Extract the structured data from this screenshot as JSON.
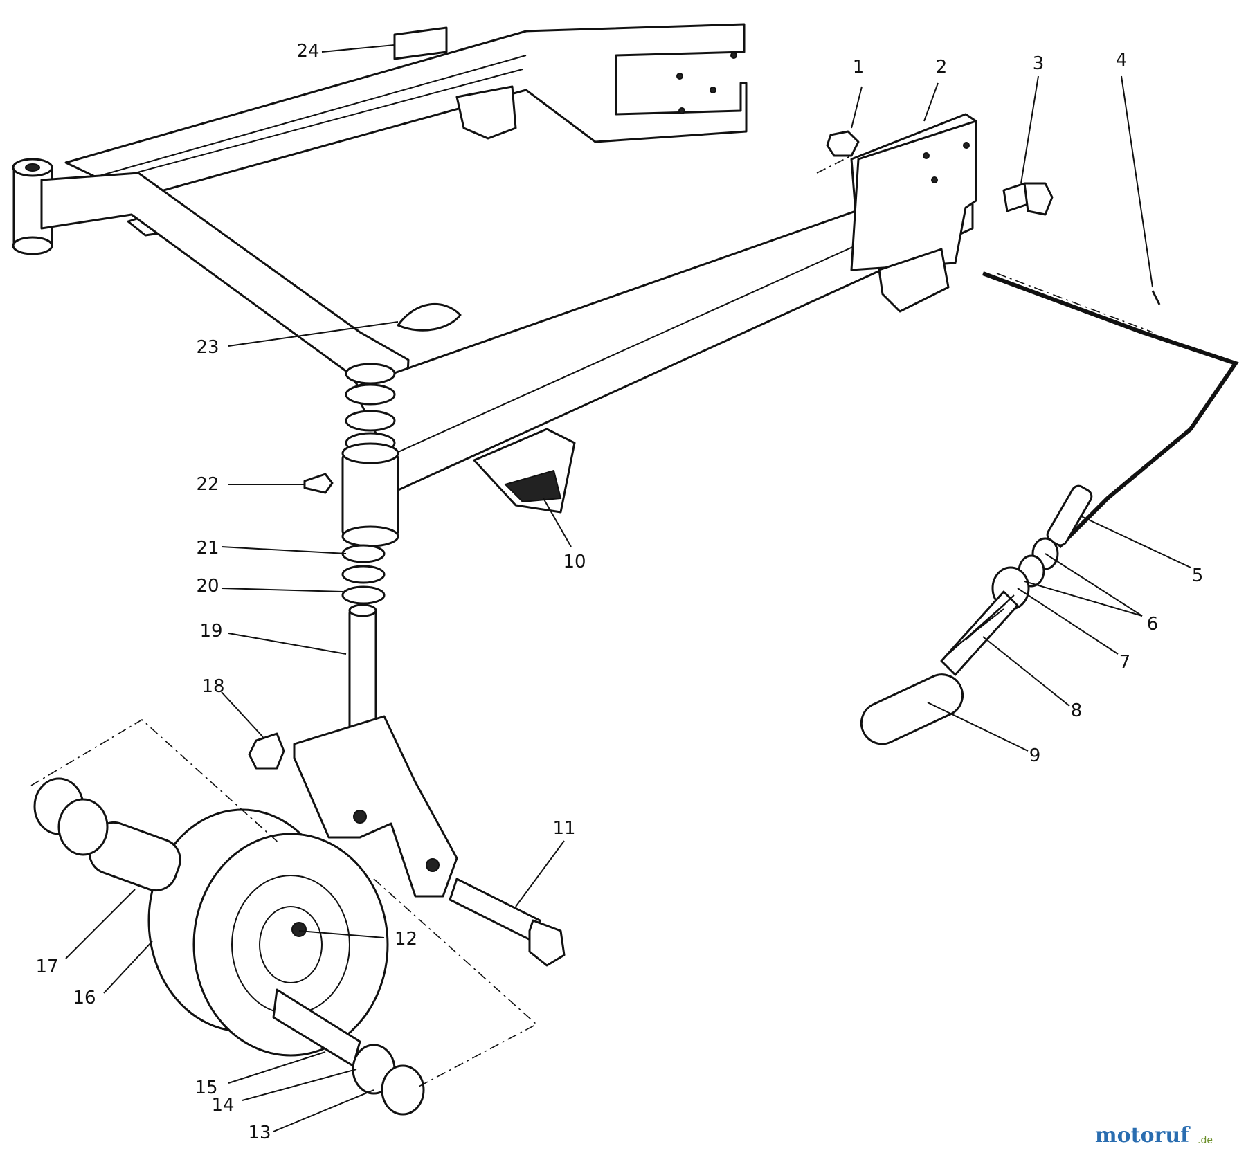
{
  "callouts": [
    {
      "id": "1",
      "label": "1"
    },
    {
      "id": "2",
      "label": "2"
    },
    {
      "id": "3",
      "label": "3"
    },
    {
      "id": "4",
      "label": "4"
    },
    {
      "id": "5",
      "label": "5"
    },
    {
      "id": "6",
      "label": "6"
    },
    {
      "id": "7",
      "label": "7"
    },
    {
      "id": "8",
      "label": "8"
    },
    {
      "id": "9",
      "label": "9"
    },
    {
      "id": "10",
      "label": "10"
    },
    {
      "id": "11",
      "label": "11"
    },
    {
      "id": "12",
      "label": "12"
    },
    {
      "id": "13",
      "label": "13"
    },
    {
      "id": "14",
      "label": "14"
    },
    {
      "id": "15",
      "label": "15"
    },
    {
      "id": "16",
      "label": "16"
    },
    {
      "id": "17",
      "label": "17"
    },
    {
      "id": "18",
      "label": "18"
    },
    {
      "id": "19",
      "label": "19"
    },
    {
      "id": "20",
      "label": "20"
    },
    {
      "id": "21",
      "label": "21"
    },
    {
      "id": "22",
      "label": "22"
    },
    {
      "id": "23",
      "label": "23"
    },
    {
      "id": "24",
      "label": "24"
    }
  ],
  "watermark": {
    "text": "motoruf",
    "suffix": ".de"
  }
}
